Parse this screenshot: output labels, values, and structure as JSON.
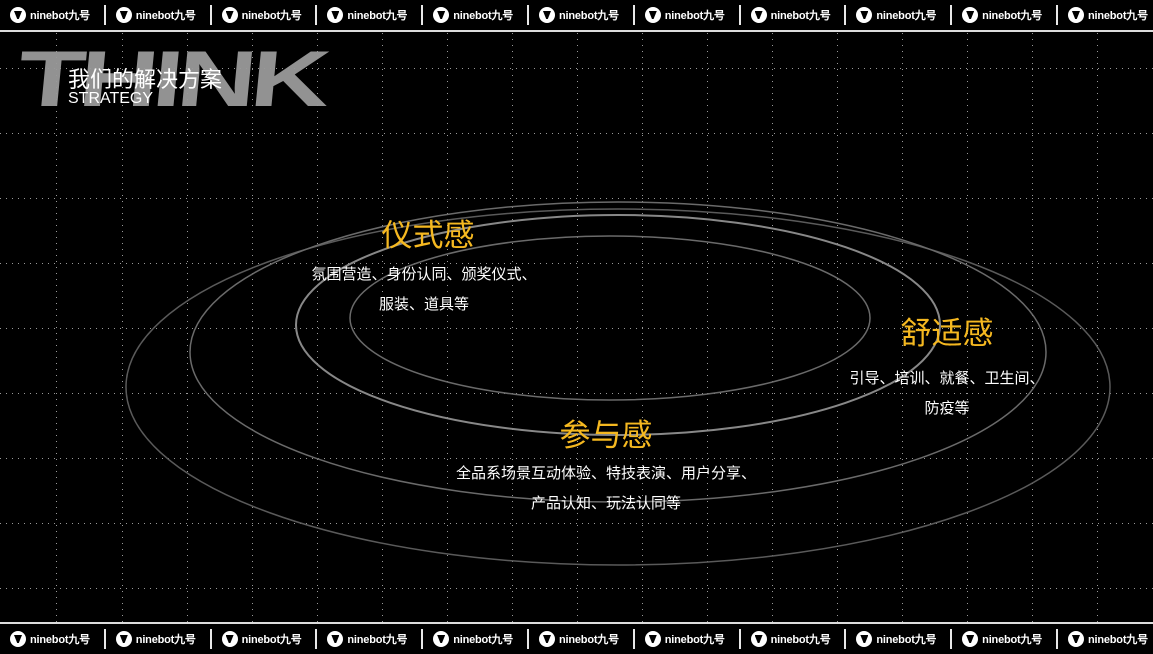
{
  "header_strip": {
    "logo_text": "ninebot九号",
    "count": 11
  },
  "footer_strip": {
    "logo_text": "ninebot九号",
    "count": 11
  },
  "decor": {
    "watermark": "THINK"
  },
  "title": {
    "cn": "我们的解决方案",
    "en": "STRATEGY"
  },
  "sections": [
    {
      "heading": "仪式感",
      "lines": [
        "氛围营造、身份认同、颁奖仪式、",
        "服装、道具等"
      ]
    },
    {
      "heading": "舒适感",
      "lines": [
        "引导、培训、就餐、卫生间、",
        "防疫等"
      ]
    },
    {
      "heading": "参与感",
      "lines": [
        "全品系场景互动体验、特技表演、用户分享、",
        "产品认知、玩法认同等"
      ]
    }
  ],
  "colors": {
    "accent": "#f5b820",
    "background": "#000000",
    "text": "#ffffff",
    "watermark": "#9a9a9a"
  }
}
